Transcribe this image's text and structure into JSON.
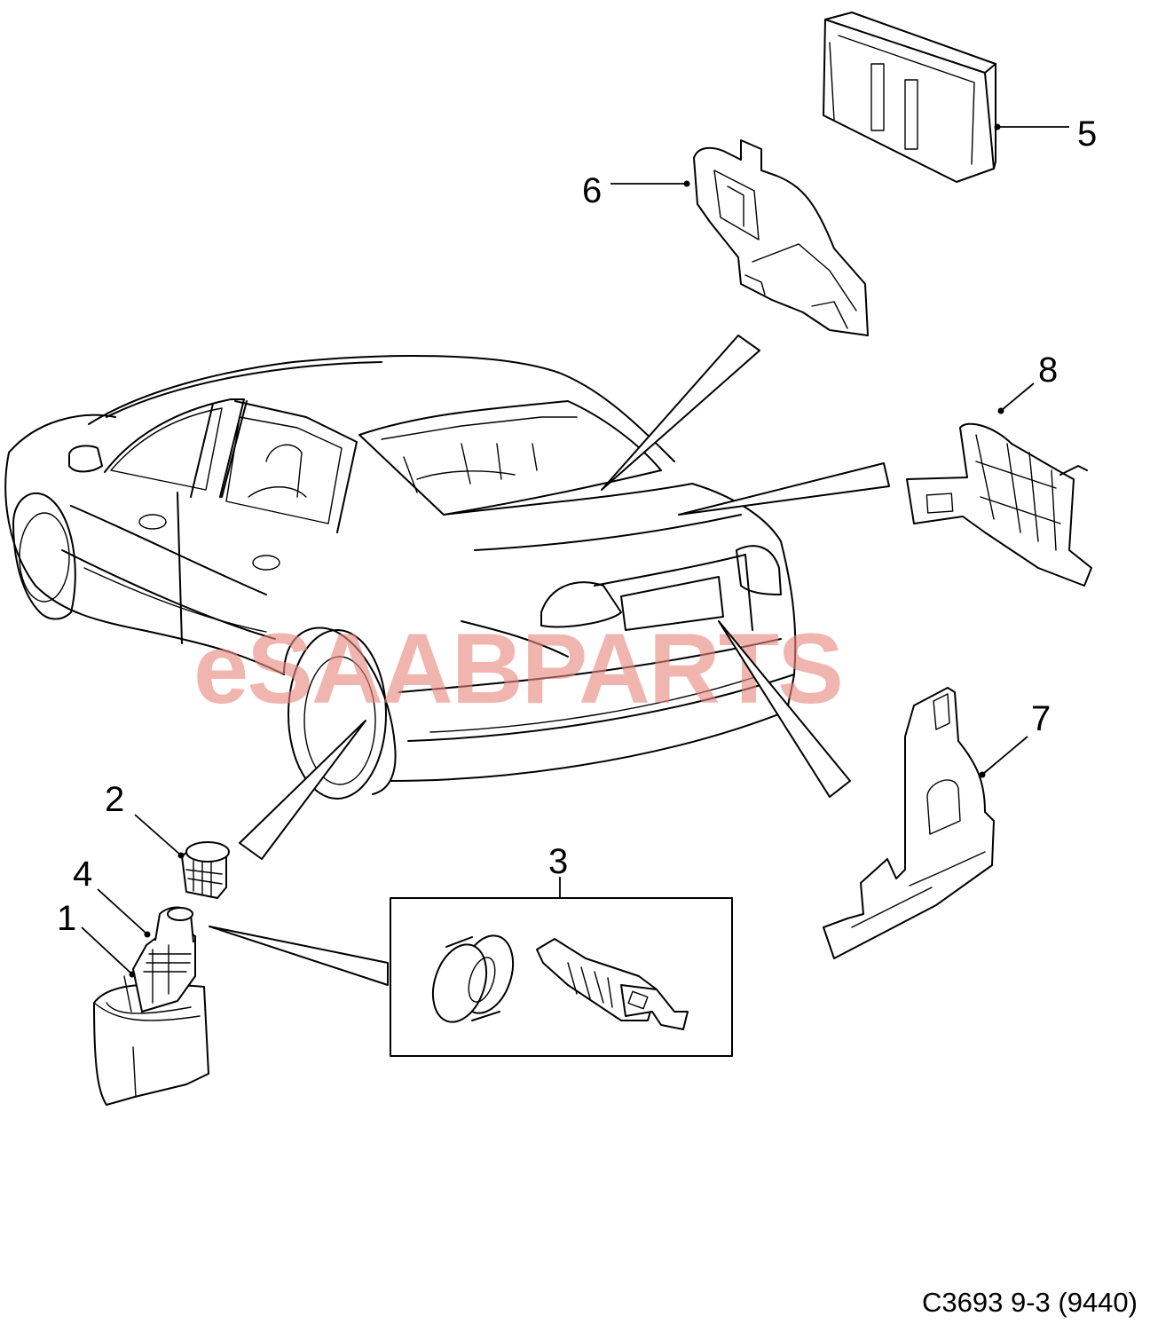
{
  "watermark": {
    "text": "eSAABPARTS",
    "color": "#e8877f"
  },
  "callouts": {
    "c1": "1",
    "c2": "2",
    "c3": "3",
    "c4": "4",
    "c5": "5",
    "c6": "6",
    "c7": "7",
    "c8": "8"
  },
  "caption": "C3693 9-3 (9440)"
}
